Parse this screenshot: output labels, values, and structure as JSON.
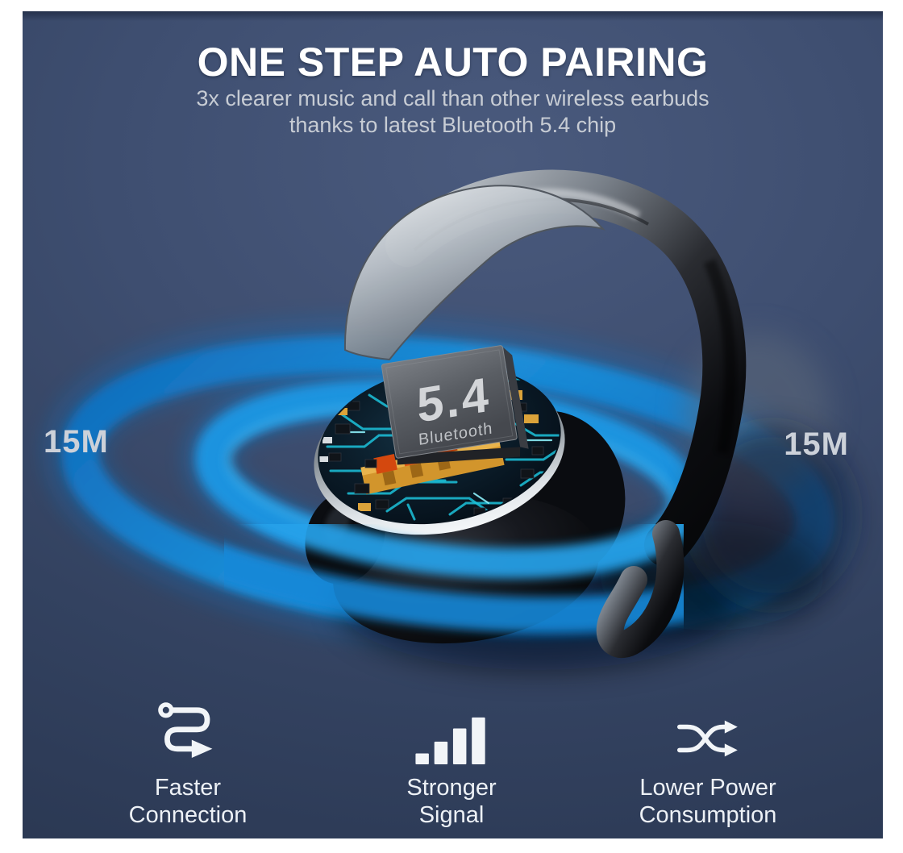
{
  "hero": {
    "title": "ONE STEP AUTO PAIRING",
    "subtitle_line1": "3x clearer music and call than other wireless earbuds",
    "subtitle_line2": "thanks to latest Bluetooth 5.4 chip"
  },
  "range": {
    "left": "15M",
    "right": "15M"
  },
  "chip": {
    "version": "5.4",
    "name": "Bluetooth"
  },
  "features": [
    {
      "icon": "route-arrow-icon",
      "line1": "Faster",
      "line2": "Connection"
    },
    {
      "icon": "signal-bars-icon",
      "line1": "Stronger",
      "line2": "Signal"
    },
    {
      "icon": "shuffle-arrows-icon",
      "line1": "Lower Power",
      "line2": "Consumption"
    }
  ],
  "colors": {
    "panel_background_top": "#4a5a7d",
    "panel_background_bottom": "#293650",
    "signal_ring_blue": "#1b93e0",
    "title_text": "#ffffff",
    "subtitle_text": "#c7ccd4",
    "range_text": "#ccd1d9",
    "feature_text": "#edf1f6",
    "chip_body": "#5a5e64",
    "pcb_trace_teal": "#1cc2da"
  }
}
